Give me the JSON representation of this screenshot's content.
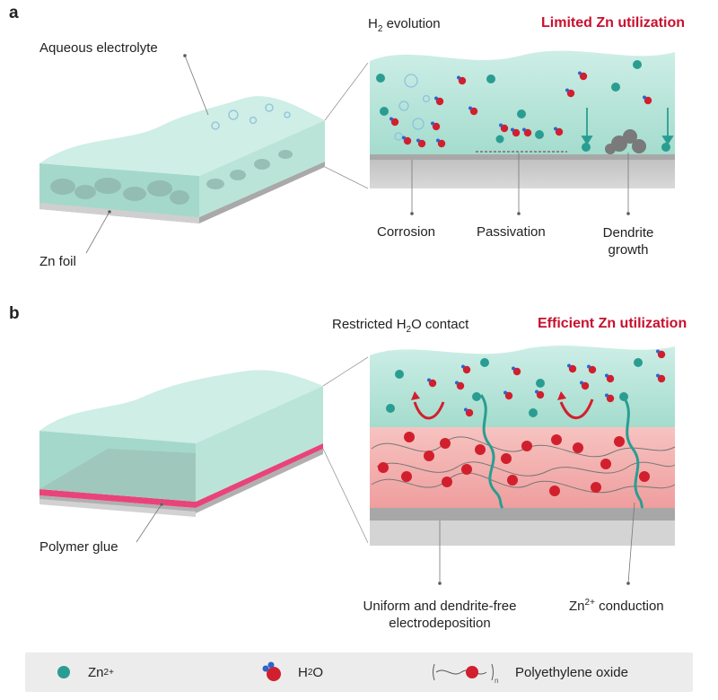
{
  "panel_a": {
    "letter": "a",
    "title": "Limited Zn utilization",
    "h2_label": "H",
    "h2_sub": "2",
    "h2_suffix": " evolution",
    "electrolyte_label": "Aqueous electrolyte",
    "foil_label": "Zn foil",
    "corrosion": "Corrosion",
    "passivation": "Passivation",
    "dendrite_line1": "Dendrite",
    "dendrite_line2": "growth"
  },
  "panel_b": {
    "letter": "b",
    "title": "Efficient Zn utilization",
    "contact_prefix": "Restricted H",
    "contact_sub": "2",
    "contact_suffix": "O contact",
    "glue_label": "Polymer glue",
    "uniform_line1": "Uniform and dendrite-free",
    "uniform_line2": "electrodeposition",
    "conduction_prefix": "Zn",
    "conduction_sup": "2+",
    "conduction_suffix": " conduction"
  },
  "legend": {
    "zn_prefix": "Zn",
    "zn_sup": "2+",
    "h2o_prefix": "H",
    "h2o_sub": "2",
    "h2o_suffix": "O",
    "peo": "Polyethylene oxide",
    "peo_n": "n"
  },
  "colors": {
    "electrolyte": "#a9ddd0",
    "zn_ion": "#2a9d92",
    "water_red": "#d21f2e",
    "water_blue": "#2f63c8",
    "foil": "#c4c4c4",
    "polymer_layer": "#f4b8b8",
    "polymer_glue": "#e8447a",
    "title_red": "#c8102e"
  }
}
